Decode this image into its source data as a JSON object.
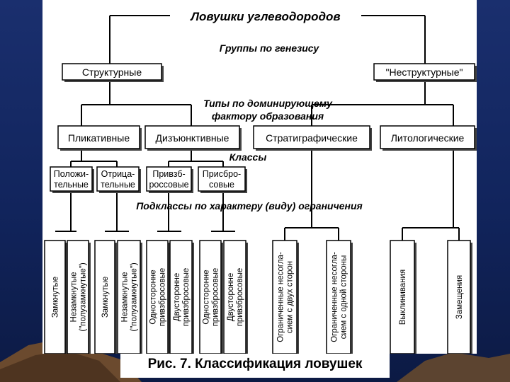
{
  "title": "Ловушки углеводородов",
  "level1": {
    "label": "Группы по генезису",
    "nodes": [
      "Структурные",
      "\"Неструктурные\""
    ]
  },
  "level2": {
    "label": "Типы по доминирующему фактору образования",
    "label_lines": [
      "Типы по доминирующему",
      "фактору образования"
    ],
    "nodes": [
      "Пликативные",
      "Дизъюнктивные",
      "Стратиграфические",
      "Литологические"
    ]
  },
  "level3": {
    "label": "Классы",
    "nodes": [
      [
        "Положи-",
        "тельные"
      ],
      [
        "Отрица-",
        "тельные"
      ],
      [
        "Привзб-",
        "россовые"
      ],
      [
        "Присбро-",
        "совые"
      ]
    ]
  },
  "level4": {
    "label": "Подклассы по характеру (виду) ограничения",
    "nodes": [
      [
        "Замкнутые"
      ],
      [
        "Незамкнутые",
        "(\"полузамкнутые\")"
      ],
      [
        "Замкнутые"
      ],
      [
        "Незамкнутые",
        "(\"полузамкнутые\")"
      ],
      [
        "Односторонне",
        "привзбросовые"
      ],
      [
        "Двусторонне",
        "привзбросовые"
      ],
      [
        "Односторонне",
        "привзбросовые"
      ],
      [
        "Двусторонне",
        "привзбросовые"
      ],
      [
        "Ограниченные несогла-",
        "сием с двух сторон"
      ],
      [
        "Ограниченные несогла-",
        "сием с одной стороны"
      ],
      [
        "Выклинивания"
      ],
      [
        "Замещения"
      ]
    ]
  },
  "caption": "Рис. 7. Классификация ловушек"
}
